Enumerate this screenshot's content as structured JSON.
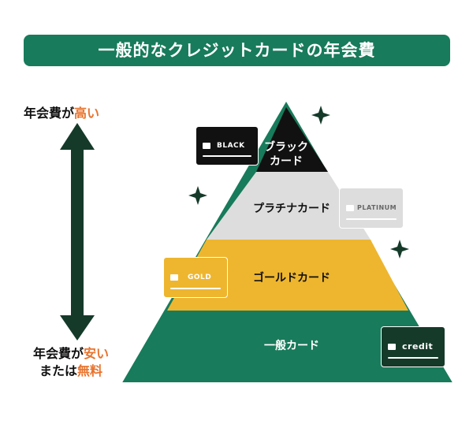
{
  "header": {
    "title": "一般的なクレジットカードの年会費"
  },
  "scale": {
    "high": {
      "prefix": "年会費が",
      "emph": "高い"
    },
    "low": {
      "line1_prefix": "年会費が",
      "line1_emph": "安い",
      "line2_prefix": "または",
      "line2_emph": "無料"
    }
  },
  "tiers": [
    {
      "label_line1": "ブラック",
      "label_line2": "カード",
      "color": "#111111",
      "text_color": "#ffffff"
    },
    {
      "label": "プラチナカード",
      "color": "#dddddd",
      "text_color": "#111111"
    },
    {
      "label": "ゴールドカード",
      "color": "#eeb62f",
      "text_color": "#111111"
    },
    {
      "label": "一般カード",
      "color": "#187b5b",
      "text_color": "#ffffff"
    }
  ],
  "cards": {
    "black": {
      "name": "BLACK"
    },
    "platinum": {
      "name": "PLATINUM"
    },
    "gold": {
      "name": "GOLD"
    },
    "credit": {
      "name": "credit"
    }
  },
  "colors": {
    "green": "#187b5b",
    "dark_green": "#153a2a",
    "accent": "#e8732c"
  }
}
